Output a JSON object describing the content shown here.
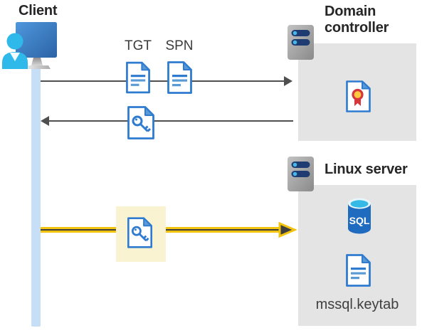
{
  "client": {
    "label": "Client"
  },
  "flow": {
    "tgt_label": "TGT",
    "spn_label": "SPN"
  },
  "domain_controller": {
    "title": "Domain controller"
  },
  "linux_server": {
    "title": "Linux server",
    "sql_badge": "SQL",
    "keytab_filename": "mssql.keytab"
  },
  "icons": {
    "client": "monitor-with-user-icon",
    "servers": "server-rack-icon",
    "tgt": "text-document-icon",
    "spn": "text-document-icon",
    "ticket": "key-document-icon",
    "certificate": "certificate-document-icon",
    "database": "sql-database-cylinder-icon",
    "keytab": "text-document-icon"
  },
  "colors": {
    "doc_blue": "#2e7bd0",
    "doc_fold_blue": "#5b9bd5",
    "arrow_dark": "#4f4f4f",
    "highlight_yellow": "#f2c40e",
    "highlight_box_yellow": "#faf3d1",
    "lifeline_blue": "#c6def6",
    "panel_gray": "#e4e4e4",
    "person_cyan": "#2eb9ea",
    "cert_red": "#d6373c",
    "cert_gold": "#ffc83d",
    "server_pill_navy": "#1e3c72",
    "sql_body_blue": "#1e6bbf",
    "sql_top_cyan": "#35b9e6"
  }
}
